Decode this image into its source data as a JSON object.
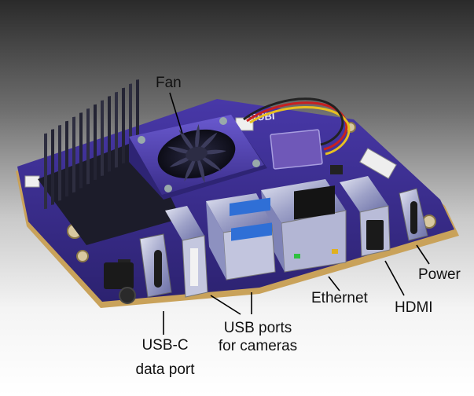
{
  "labels": {
    "fan": "Fan",
    "usb_c_data": [
      "USB-C",
      "data port"
    ],
    "usb_cameras": [
      "USB ports",
      "for cameras"
    ],
    "ethernet": "Ethernet",
    "hdmi": "HDMI",
    "power": "Power"
  },
  "board_text": "RUBI",
  "colors": {
    "pcb": "#3b2e93",
    "pcb_edge": "#c9a25a",
    "metal": "#b9bdd8",
    "fan_body": "#5040b6",
    "heatsink": "#151521",
    "usb3_blue": "#2f6fd6"
  }
}
